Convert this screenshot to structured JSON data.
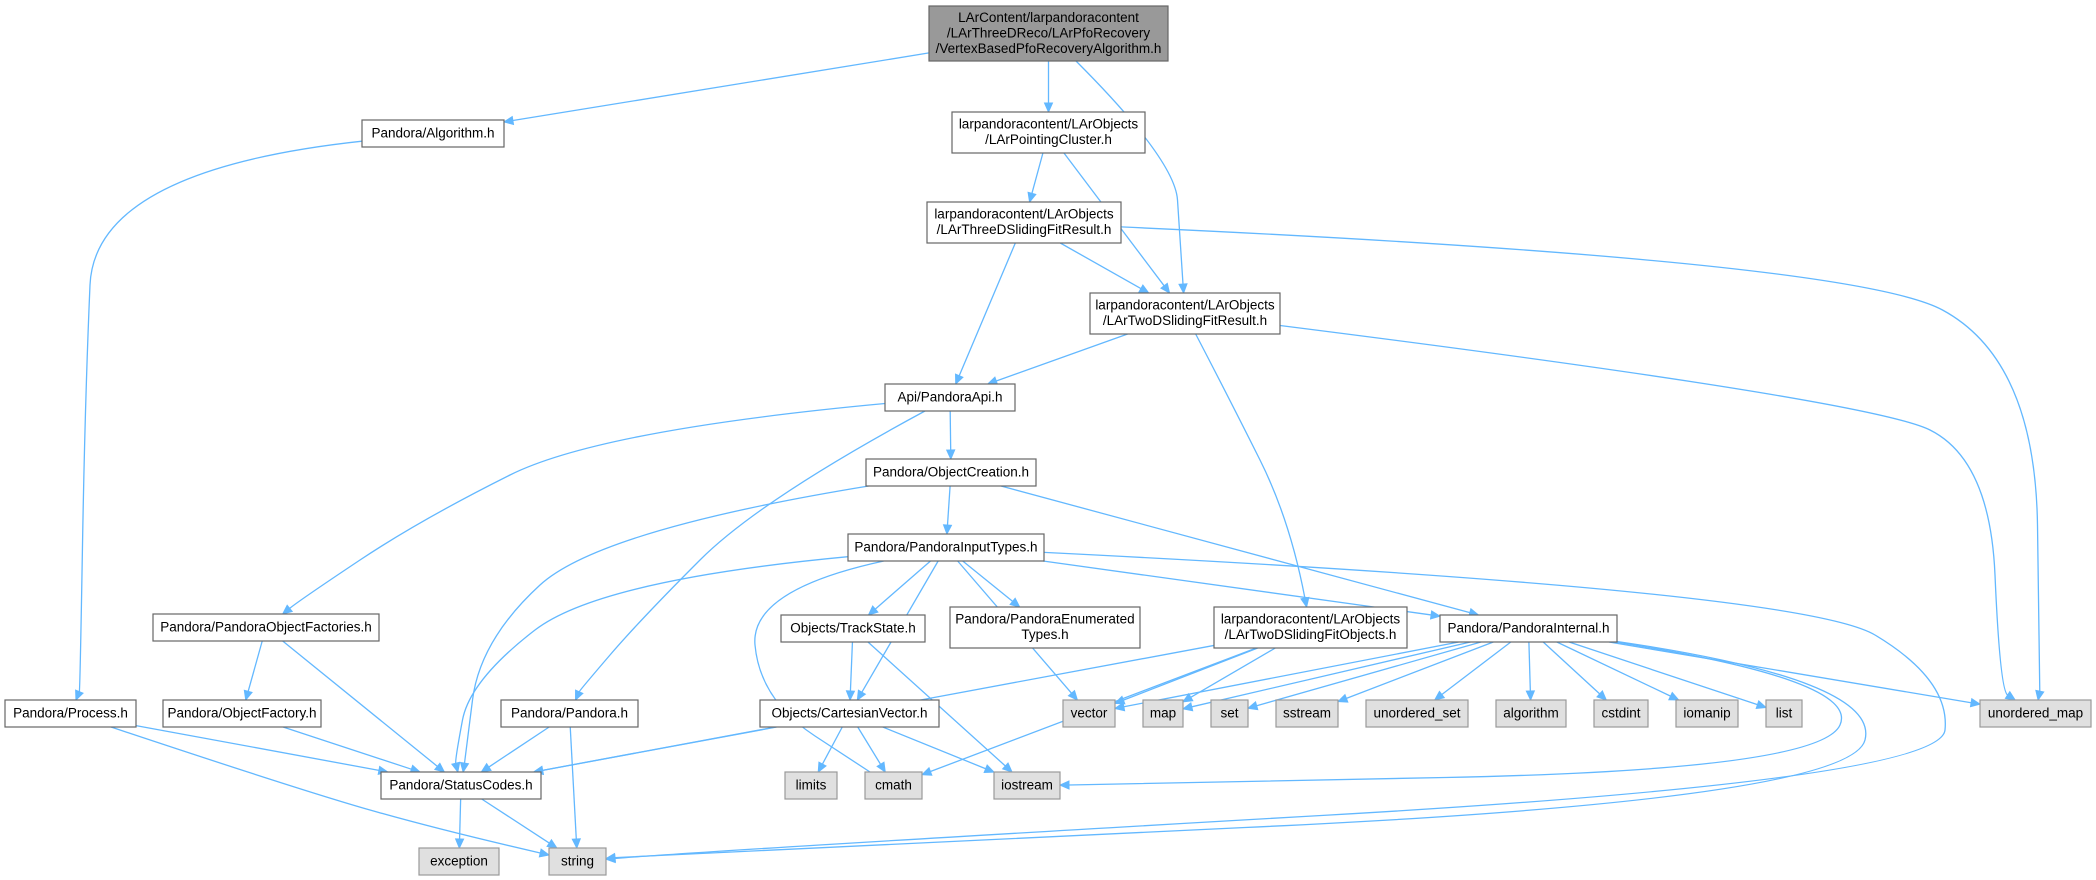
{
  "colors": {
    "root_fill": "#999999",
    "root_stroke": "#666666",
    "local_fill": "#ffffff",
    "local_stroke": "#666666",
    "system_fill": "#e0e0e0",
    "system_stroke": "#999999",
    "edge": "#63b8ff",
    "text": "#000000"
  },
  "nodes": [
    {
      "id": "root",
      "kind": "root",
      "lines": [
        "LArContent/larpandoracontent",
        "/LArThreeDReco/LArPfoRecovery",
        "/VertexBasedPfoRecoveryAlgorithm.h"
      ]
    },
    {
      "id": "algorithm",
      "kind": "local",
      "lines": [
        "Pandora/Algorithm.h"
      ]
    },
    {
      "id": "pointingcluster",
      "kind": "local",
      "lines": [
        "larpandoracontent/LArObjects",
        "/LArPointingCluster.h"
      ]
    },
    {
      "id": "threedsliding",
      "kind": "local",
      "lines": [
        "larpandoracontent/LArObjects",
        "/LArThreeDSlidingFitResult.h"
      ]
    },
    {
      "id": "twodsliding",
      "kind": "local",
      "lines": [
        "larpandoracontent/LArObjects",
        "/LArTwoDSlidingFitResult.h"
      ]
    },
    {
      "id": "pandoraapi",
      "kind": "local",
      "lines": [
        "Api/PandoraApi.h"
      ]
    },
    {
      "id": "objectcreation",
      "kind": "local",
      "lines": [
        "Pandora/ObjectCreation.h"
      ]
    },
    {
      "id": "inputtypes",
      "kind": "local",
      "lines": [
        "Pandora/PandoraInputTypes.h"
      ]
    },
    {
      "id": "objectfactories",
      "kind": "local",
      "lines": [
        "Pandora/PandoraObjectFactories.h"
      ]
    },
    {
      "id": "trackstate",
      "kind": "local",
      "lines": [
        "Objects/TrackState.h"
      ]
    },
    {
      "id": "enumerated",
      "kind": "local",
      "lines": [
        "Pandora/PandoraEnumerated",
        "Types.h"
      ]
    },
    {
      "id": "twodslidingobjects",
      "kind": "local",
      "lines": [
        "larpandoracontent/LArObjects",
        "/LArTwoDSlidingFitObjects.h"
      ]
    },
    {
      "id": "internal",
      "kind": "local",
      "lines": [
        "Pandora/PandoraInternal.h"
      ]
    },
    {
      "id": "process",
      "kind": "local",
      "lines": [
        "Pandora/Process.h"
      ]
    },
    {
      "id": "objectfactory",
      "kind": "local",
      "lines": [
        "Pandora/ObjectFactory.h"
      ]
    },
    {
      "id": "pandora",
      "kind": "local",
      "lines": [
        "Pandora/Pandora.h"
      ]
    },
    {
      "id": "cartesian",
      "kind": "local",
      "lines": [
        "Objects/CartesianVector.h"
      ]
    },
    {
      "id": "statuscodes",
      "kind": "local",
      "lines": [
        "Pandora/StatusCodes.h"
      ]
    },
    {
      "id": "vector",
      "kind": "system",
      "lines": [
        "vector"
      ]
    },
    {
      "id": "map",
      "kind": "system",
      "lines": [
        "map"
      ]
    },
    {
      "id": "set",
      "kind": "system",
      "lines": [
        "set"
      ]
    },
    {
      "id": "sstream",
      "kind": "system",
      "lines": [
        "sstream"
      ]
    },
    {
      "id": "unordered_set",
      "kind": "system",
      "lines": [
        "unordered_set"
      ]
    },
    {
      "id": "algorithm_std",
      "kind": "system",
      "lines": [
        "algorithm"
      ]
    },
    {
      "id": "cstdint",
      "kind": "system",
      "lines": [
        "cstdint"
      ]
    },
    {
      "id": "iomanip",
      "kind": "system",
      "lines": [
        "iomanip"
      ]
    },
    {
      "id": "list",
      "kind": "system",
      "lines": [
        "list"
      ]
    },
    {
      "id": "unordered_map",
      "kind": "system",
      "lines": [
        "unordered_map"
      ]
    },
    {
      "id": "limits",
      "kind": "system",
      "lines": [
        "limits"
      ]
    },
    {
      "id": "cmath",
      "kind": "system",
      "lines": [
        "cmath"
      ]
    },
    {
      "id": "iostream",
      "kind": "system",
      "lines": [
        "iostream"
      ]
    },
    {
      "id": "exception",
      "kind": "system",
      "lines": [
        "exception"
      ]
    },
    {
      "id": "string",
      "kind": "system",
      "lines": [
        "string"
      ]
    }
  ],
  "edges": [
    [
      "root",
      "algorithm"
    ],
    [
      "root",
      "pointingcluster"
    ],
    [
      "root",
      "twodsliding"
    ],
    [
      "algorithm",
      "process"
    ],
    [
      "pointingcluster",
      "threedsliding"
    ],
    [
      "pointingcluster",
      "twodsliding"
    ],
    [
      "threedsliding",
      "twodsliding"
    ],
    [
      "threedsliding",
      "pandoraapi"
    ],
    [
      "threedsliding",
      "unordered_map"
    ],
    [
      "twodsliding",
      "pandoraapi"
    ],
    [
      "twodsliding",
      "twodslidingobjects"
    ],
    [
      "twodsliding",
      "unordered_map"
    ],
    [
      "pandoraapi",
      "objectcreation"
    ],
    [
      "pandoraapi",
      "objectfactories"
    ],
    [
      "pandoraapi",
      "pandora"
    ],
    [
      "objectcreation",
      "inputtypes"
    ],
    [
      "objectcreation",
      "internal"
    ],
    [
      "objectcreation",
      "statuscodes"
    ],
    [
      "inputtypes",
      "trackstate"
    ],
    [
      "inputtypes",
      "enumerated"
    ],
    [
      "inputtypes",
      "internal"
    ],
    [
      "inputtypes",
      "cartesian"
    ],
    [
      "inputtypes",
      "statuscodes"
    ],
    [
      "inputtypes",
      "vector"
    ],
    [
      "inputtypes",
      "cmath"
    ],
    [
      "inputtypes",
      "string"
    ],
    [
      "objectfactories",
      "objectfactory"
    ],
    [
      "objectfactories",
      "statuscodes"
    ],
    [
      "trackstate",
      "cartesian"
    ],
    [
      "trackstate",
      "iostream"
    ],
    [
      "twodslidingobjects",
      "statuscodes"
    ],
    [
      "twodslidingobjects",
      "vector"
    ],
    [
      "twodslidingobjects",
      "map"
    ],
    [
      "twodslidingobjects",
      "cmath"
    ],
    [
      "internal",
      "vector"
    ],
    [
      "internal",
      "map"
    ],
    [
      "internal",
      "set"
    ],
    [
      "internal",
      "sstream"
    ],
    [
      "internal",
      "unordered_set"
    ],
    [
      "internal",
      "algorithm_std"
    ],
    [
      "internal",
      "cstdint"
    ],
    [
      "internal",
      "iomanip"
    ],
    [
      "internal",
      "list"
    ],
    [
      "internal",
      "unordered_map"
    ],
    [
      "internal",
      "iostream"
    ],
    [
      "internal",
      "string"
    ],
    [
      "process",
      "statuscodes"
    ],
    [
      "process",
      "string"
    ],
    [
      "objectfactory",
      "statuscodes"
    ],
    [
      "pandora",
      "statuscodes"
    ],
    [
      "pandora",
      "string"
    ],
    [
      "cartesian",
      "statuscodes"
    ],
    [
      "cartesian",
      "limits"
    ],
    [
      "cartesian",
      "cmath"
    ],
    [
      "cartesian",
      "iostream"
    ],
    [
      "statuscodes",
      "exception"
    ],
    [
      "statuscodes",
      "string"
    ]
  ]
}
